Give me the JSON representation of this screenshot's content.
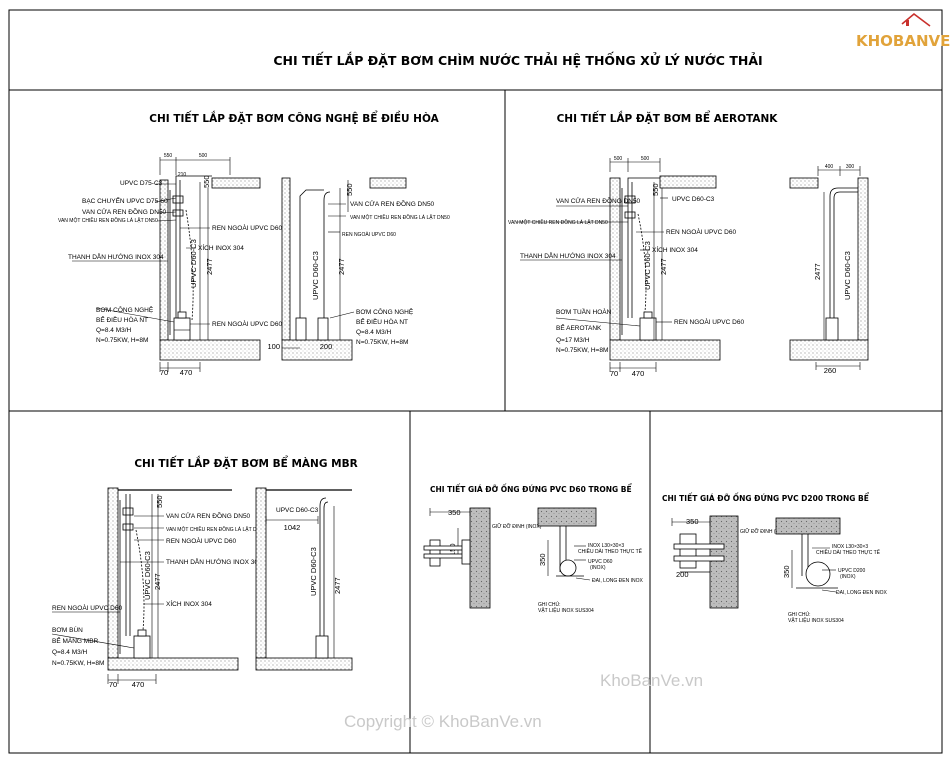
{
  "logo": {
    "text": "KHOBANVE"
  },
  "main_title": "CHI TIẾT LẮP ĐẶT BƠM CHÌM NƯỚC THẢI HỆ THỐNG XỬ LÝ NƯỚC THẢI",
  "panels": {
    "dieu_hoa": {
      "title": "CHI TIẾT LẮP ĐẶT BƠM CÔNG NGHỆ BỂ ĐIỀU HÒA",
      "dims_top": [
        "550",
        "500",
        "210"
      ],
      "labels": {
        "upvc_d75": "UPVC D75-C3",
        "bac_chuyen": "BẠC CHUYỂN UPVC D75-60",
        "van_cua": "VAN CỬA REN ĐỒNG DN50",
        "van_mot_chieu": "VAN MỘT CHIỀU REN ĐỒNG LÁ LẬT DN50",
        "ren_ngoai_1": "REN NGOÀI UPVC D60",
        "xich": "XÍCH INOX 304",
        "thanh_dan": "THANH DẪN HƯỚNG INOX 304",
        "upvc_d60": "UPVC D60-C3",
        "ren_ngoai_2": "REN NGOÀI UPVC D60",
        "pump_1": "BƠM CÔNG NGHỆ",
        "pump_2": "BỂ ĐIỀU HÒA NT",
        "pump_3": "Q=8.4 M3/H",
        "pump_4": "N=0.75KW, H=8M"
      },
      "dim_550": "550",
      "dim_2477": "2477",
      "dims_bottom": [
        "70",
        "470"
      ],
      "side": {
        "dim_550": "550",
        "van_cua": "VAN CỬA REN ĐỒNG DN50",
        "van_mot_chieu": "VAN MỘT CHIỀU REN ĐỒNG LÁ LẬT DN50",
        "ren_ngoai": "REN NGOÀI UPVC D60",
        "upvc_d60": "UPVC D60-C3",
        "dim_2477": "2477",
        "pump_1": "BƠM CÔNG NGHỆ",
        "pump_2": "BỂ ĐIỀU HÒA NT",
        "pump_3": "Q=8.4 M3/H",
        "pump_4": "N=0.75KW, H=8M",
        "dims_bottom": [
          "100",
          "200"
        ]
      }
    },
    "aerotank": {
      "title": "CHI TIẾT LẮP ĐẶT BƠM BỂ AEROTANK",
      "dims_top": [
        "500",
        "500"
      ],
      "labels": {
        "dim_550": "550",
        "van_cua": "VAN CỬA REN ĐỒNG DN50",
        "upvc_d60_c3": "UPVC D60-C3",
        "van_mot_chieu": "VAN MỘT CHIỀU REN ĐỒNG LÁ LẬT DN50",
        "ren_ngoai_1": "REN NGOÀI UPVC D60",
        "xich": "XÍCH INOX 304",
        "thanh_dan": "THANH DẪN HƯỚNG INOX 304",
        "upvc_d60": "UPVC D60-C3",
        "dim_2477": "2477",
        "ren_ngoai_2": "REN NGOÀI UPVC D60",
        "pump_1": "BƠM TUẦN HOÀN",
        "pump_2": "BỂ AEROTANK",
        "pump_3": "Q=17 M3/H",
        "pump_4": "N=0.75KW, H=8M"
      },
      "dims_bottom": [
        "70",
        "470"
      ],
      "side": {
        "dims_top": [
          "400",
          "300"
        ],
        "dim_2477": "2477",
        "upvc_d60": "UPVC D60-C3",
        "dim_bottom": "260"
      }
    },
    "mbr": {
      "title": "CHI TIẾT LẮP ĐẶT BƠM BỂ MÀNG MBR",
      "labels": {
        "dim_550": "550",
        "van_cua": "VAN CỬA REN ĐỒNG DN50",
        "van_mot_chieu": "VAN MỘT CHIỀU REN ĐỒNG LÁ LẬT DN50",
        "ren_ngoai_1": "REN NGOÀI UPVC D60",
        "thanh_dan": "THANH DẪN HƯỚNG INOX 304",
        "upvc_d60": "UPVC D60-C3",
        "dim_2477": "2477",
        "xich": "XÍCH INOX 304",
        "ren_ngoai_2": "REN NGOÀI UPVC D60",
        "pump_1": "BƠM BÙN",
        "pump_2": "BỂ MÀNG MBR",
        "pump_3": "Q=8.4 M3/H",
        "pump_4": "N=0.75KW, H=8M"
      },
      "dims_bottom": [
        "70",
        "470"
      ],
      "side": {
        "upvc_top": "UPVC D60-C3",
        "dim_1042": "1042",
        "upvc_d60": "UPVC D60-C3",
        "dim_2477": "2477"
      }
    },
    "gia_do_d60": {
      "title": "CHI TIẾT GIÁ ĐỠ ỐNG ĐỨNG PVC D60 TRONG BỂ",
      "dim_350_top": "350",
      "dim_150": "150",
      "dim_350_side": "350",
      "label_bolt": "GIỮ ĐỠ ĐINH (INOX)",
      "label_inox": "INOX L30×30×3",
      "label_inox_2": "CHIỀU DÀI THEO THỰC TẾ",
      "label_pipe": "UPVC D60",
      "label_pipe_2": "(INOX)",
      "label_bolt_2": "ĐAI, LONG ĐEN INOX",
      "note_1": "GHI CHÚ:",
      "note_2": "VẬT LIỆU INOX SUS304"
    },
    "gia_do_d200": {
      "title": "CHI TIẾT GIÁ ĐỠ ỐNG ĐỨNG PVC D200 TRONG BỂ",
      "dim_350_top": "350",
      "dim_200": "200",
      "dim_350_side": "350",
      "label_bolt": "GIỮ ĐỠ ĐINH (INOX)",
      "label_inox": "INOX L30×30×3",
      "label_inox_2": "CHIỀU DÀI THEO THỰC TẾ",
      "label_pipe": "UPVC D200",
      "label_pipe_2": "(INOX)",
      "label_bolt_2": "ĐAI, LONG ĐEN INOX",
      "note_1": "GHI CHÚ:",
      "note_2": "VẬT LIỆU INOX SUS304"
    }
  },
  "watermark": {
    "site": "KhoBanVe.vn",
    "copyright": "Copyright © KhoBanVe.vn"
  }
}
